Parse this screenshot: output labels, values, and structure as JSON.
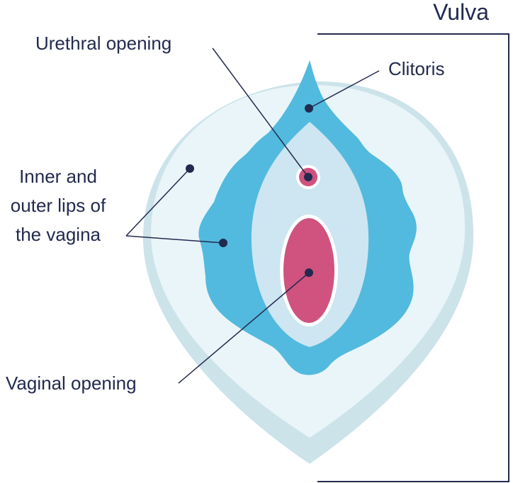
{
  "title": "Vulva",
  "labels": {
    "urethral_opening": "Urethral opening",
    "clitoris": "Clitoris",
    "lips_line1": "Inner and",
    "lips_line2": "outer lips of",
    "lips_line3": "the vagina",
    "vaginal_opening": "Vaginal opening"
  },
  "colors": {
    "text": "#232a4f",
    "outer_shadow": "#cce3ea",
    "outer_area": "#e9f5f8",
    "labia_blue": "#52bade",
    "inner_area": "#cde6f1",
    "opening_pink": "#d0527f",
    "marker": "#232a4f",
    "bracket": "#232a4f"
  }
}
